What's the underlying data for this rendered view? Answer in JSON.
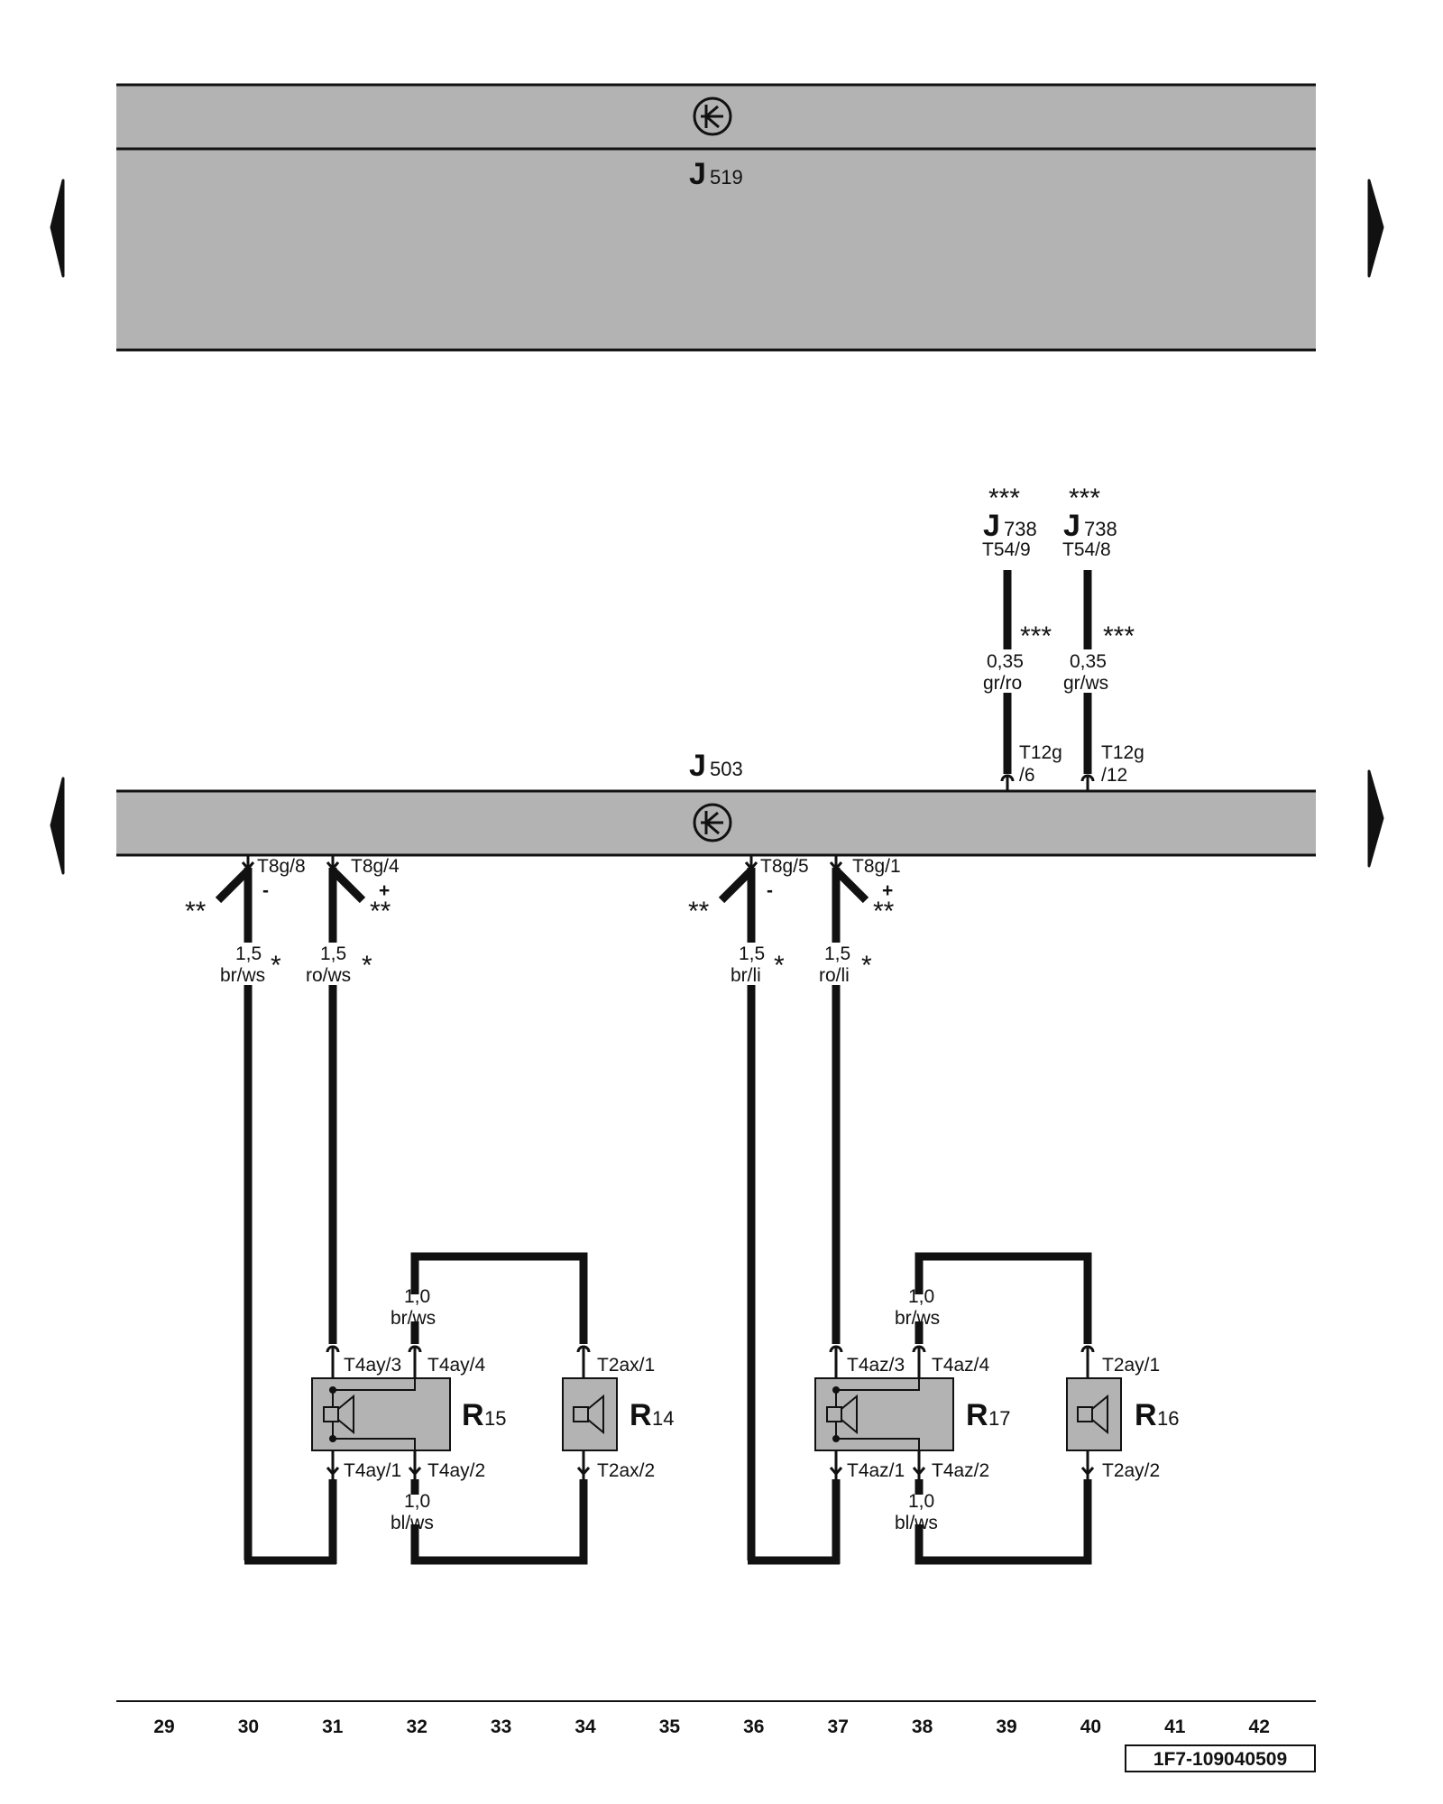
{
  "colors": {
    "module_fill": "#b3b3b3",
    "line": "#111111",
    "background": "#ffffff"
  },
  "modules": {
    "j519": {
      "letter": "J",
      "number": "519",
      "icon": "control-unit-symbol-icon"
    },
    "j503": {
      "letter": "J",
      "number": "503",
      "icon": "control-unit-symbol-icon"
    }
  },
  "j738_left": {
    "stars": "***",
    "letter": "J",
    "number": "738",
    "pin": "T54/9"
  },
  "j738_right": {
    "stars": "***",
    "letter": "J",
    "number": "738",
    "pin": "T54/8"
  },
  "wires": {
    "w39": {
      "stars": "***",
      "size": "0,35",
      "color": "gr/ro",
      "conn_a": "T12g",
      "conn_b": "/6"
    },
    "w40": {
      "stars": "***",
      "size": "0,35",
      "color": "gr/ws",
      "conn_a": "T12g",
      "conn_b": "/12"
    },
    "w30": {
      "pin": "T8g/8",
      "sign": "-",
      "stars": "**",
      "size": "1,5",
      "color": "br/ws",
      "star": "*"
    },
    "w31": {
      "pin": "T8g/4",
      "sign": "+",
      "stars": "**",
      "size": "1,5",
      "color": "ro/ws",
      "star": "*"
    },
    "w36": {
      "pin": "T8g/5",
      "sign": "-",
      "stars": "**",
      "size": "1,5",
      "color": "br/li",
      "star": "*"
    },
    "w37": {
      "pin": "T8g/1",
      "sign": "+",
      "stars": "**",
      "size": "1,5",
      "color": "ro/li",
      "star": "*"
    },
    "w32_top": {
      "size": "1,0",
      "color": "br/ws"
    },
    "w32_bot": {
      "size": "1,0",
      "color": "bl/ws"
    },
    "w38_top": {
      "size": "1,0",
      "color": "br/ws"
    },
    "w38_bot": {
      "size": "1,0",
      "color": "bl/ws"
    }
  },
  "speakers": {
    "r15": {
      "letter": "R",
      "number": "15",
      "p1": "T4ay/3",
      "p2": "T4ay/4",
      "p3": "T4ay/1",
      "p4": "T4ay/2",
      "icon": "speaker-icon"
    },
    "r14": {
      "letter": "R",
      "number": "14",
      "p1": "T2ax/1",
      "p2": "T2ax/2",
      "icon": "speaker-icon"
    },
    "r17": {
      "letter": "R",
      "number": "17",
      "p1": "T4az/3",
      "p2": "T4az/4",
      "p3": "T4az/1",
      "p4": "T4az/2",
      "icon": "speaker-icon"
    },
    "r16": {
      "letter": "R",
      "number": "16",
      "p1": "T2ay/1",
      "p2": "T2ay/2",
      "icon": "speaker-icon"
    }
  },
  "arrows": {
    "icon": "page-arrow-icon"
  },
  "tracks": [
    "29",
    "30",
    "31",
    "32",
    "33",
    "34",
    "35",
    "36",
    "37",
    "38",
    "39",
    "40",
    "41",
    "42"
  ],
  "diagram_id": "1F7-109040509"
}
